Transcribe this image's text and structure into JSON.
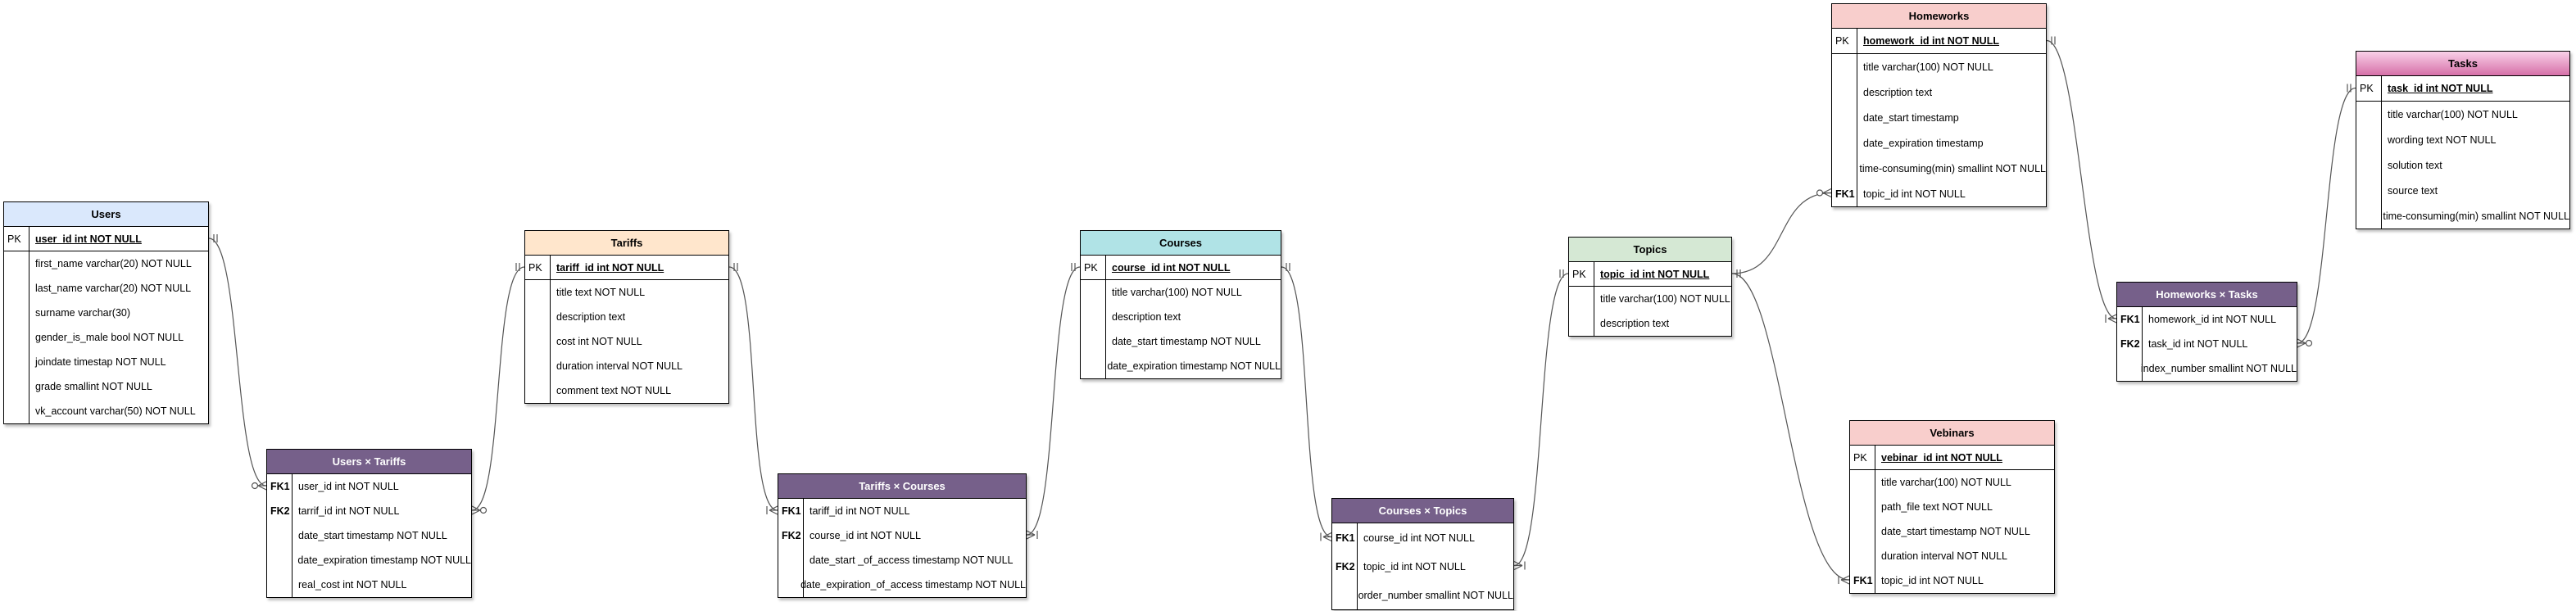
{
  "colors": {
    "users_header": "#dae8fc",
    "tariffs_header": "#ffe6cc",
    "courses_header": "#b0e3e6",
    "topics_header": "#d5e8d4",
    "homeworks_header": "#f8cecc",
    "vebinars_header": "#f8cecc",
    "tasks_header_top": "#f9d0e8",
    "tasks_header_bottom": "#d670a8",
    "junction_header": "#76608a",
    "line": "#555555"
  },
  "tables": {
    "users": {
      "title": "Users",
      "rows": [
        {
          "key": "PK",
          "field": "user_id int NOT NULL",
          "pk": true
        },
        {
          "key": "",
          "field": "first_name varchar(20) NOT NULL"
        },
        {
          "key": "",
          "field": "last_name varchar(20) NOT NULL"
        },
        {
          "key": "",
          "field": "surname varchar(30)"
        },
        {
          "key": "",
          "field": "gender_is_male bool NOT NULL"
        },
        {
          "key": "",
          "field": "joindate timestap NOT NULL"
        },
        {
          "key": "",
          "field": "grade smallint NOT NULL"
        },
        {
          "key": "",
          "field": "vk_account varchar(50) NOT NULL"
        }
      ]
    },
    "users_tariffs": {
      "title": "Users × Tariffs",
      "rows": [
        {
          "key": "FK1",
          "field": "user_id int NOT NULL"
        },
        {
          "key": "FK2",
          "field": "tarrif_id int NOT NULL"
        },
        {
          "key": "",
          "field": "date_start timestamp NOT NULL"
        },
        {
          "key": "",
          "field": "date_expiration timestamp NOT NULL"
        },
        {
          "key": "",
          "field": "real_cost int NOT NULL"
        }
      ]
    },
    "tariffs": {
      "title": "Tariffs",
      "rows": [
        {
          "key": "PK",
          "field": "tariff_id int NOT NULL",
          "pk": true
        },
        {
          "key": "",
          "field": "title text NOT NULL"
        },
        {
          "key": "",
          "field": "description text"
        },
        {
          "key": "",
          "field": "cost int NOT NULL"
        },
        {
          "key": "",
          "field": "duration interval NOT NULL"
        },
        {
          "key": "",
          "field": "comment text NOT NULL"
        }
      ]
    },
    "tariffs_courses": {
      "title": "Tariffs × Courses",
      "rows": [
        {
          "key": "FK1",
          "field": "tariff_id int NOT NULL"
        },
        {
          "key": "FK2",
          "field": "course_id int NOT NULL"
        },
        {
          "key": "",
          "field": "date_start _of_access timestamp NOT NULL"
        },
        {
          "key": "",
          "field": "date_expiration_of_access timestamp NOT NULL"
        }
      ]
    },
    "courses": {
      "title": "Courses",
      "rows": [
        {
          "key": "PK",
          "field": "course_id int NOT NULL",
          "pk": true
        },
        {
          "key": "",
          "field": "title varchar(100) NOT NULL"
        },
        {
          "key": "",
          "field": "description text"
        },
        {
          "key": "",
          "field": "date_start timestamp NOT NULL"
        },
        {
          "key": "",
          "field": "date_expiration timestamp NOT NULL"
        }
      ]
    },
    "courses_topics": {
      "title": "Courses × Topics",
      "rows": [
        {
          "key": "FK1",
          "field": "course_id int NOT NULL"
        },
        {
          "key": "FK2",
          "field": "topic_id int NOT NULL"
        },
        {
          "key": "",
          "field": "order_number smallint NOT NULL"
        }
      ]
    },
    "topics": {
      "title": "Topics",
      "rows": [
        {
          "key": "PK",
          "field": "topic_id int NOT NULL",
          "pk": true
        },
        {
          "key": "",
          "field": "title varchar(100) NOT NULL"
        },
        {
          "key": "",
          "field": "description text"
        }
      ]
    },
    "homeworks": {
      "title": "Homeworks",
      "rows": [
        {
          "key": "PK",
          "field": "homework_id int NOT NULL",
          "pk": true
        },
        {
          "key": "",
          "field": "title varchar(100) NOT NULL"
        },
        {
          "key": "",
          "field": "description text"
        },
        {
          "key": "",
          "field": "date_start timestamp"
        },
        {
          "key": "",
          "field": "date_expiration timestamp"
        },
        {
          "key": "",
          "field": "time-consuming(min) smallint NOT NULL"
        },
        {
          "key": "FK1",
          "field": "topic_id int NOT NULL"
        }
      ]
    },
    "homeworks_tasks": {
      "title": "Homeworks × Tasks",
      "rows": [
        {
          "key": "FK1",
          "field": "homework_id int NOT NULL"
        },
        {
          "key": "FK2",
          "field": "task_id int NOT NULL"
        },
        {
          "key": "",
          "field": "index_number smallint NOT NULL"
        }
      ]
    },
    "tasks": {
      "title": "Tasks",
      "rows": [
        {
          "key": "PK",
          "field": "task_id int NOT NULL",
          "pk": true
        },
        {
          "key": "",
          "field": "title varchar(100) NOT NULL"
        },
        {
          "key": "",
          "field": "wording text NOT NULL"
        },
        {
          "key": "",
          "field": "solution text"
        },
        {
          "key": "",
          "field": "source text"
        },
        {
          "key": "",
          "field": "time-consuming(min) smallint NOT NULL"
        }
      ]
    },
    "vebinars": {
      "title": "Vebinars",
      "rows": [
        {
          "key": "PK",
          "field": "vebinar_id int NOT NULL",
          "pk": true
        },
        {
          "key": "",
          "field": "title varchar(100) NOT NULL"
        },
        {
          "key": "",
          "field": "path_file text NOT NULL"
        },
        {
          "key": "",
          "field": "date_start timestamp NOT NULL"
        },
        {
          "key": "",
          "field": "duration interval NOT NULL"
        },
        {
          "key": "FK1",
          "field": "topic_id int NOT NULL"
        }
      ]
    }
  }
}
